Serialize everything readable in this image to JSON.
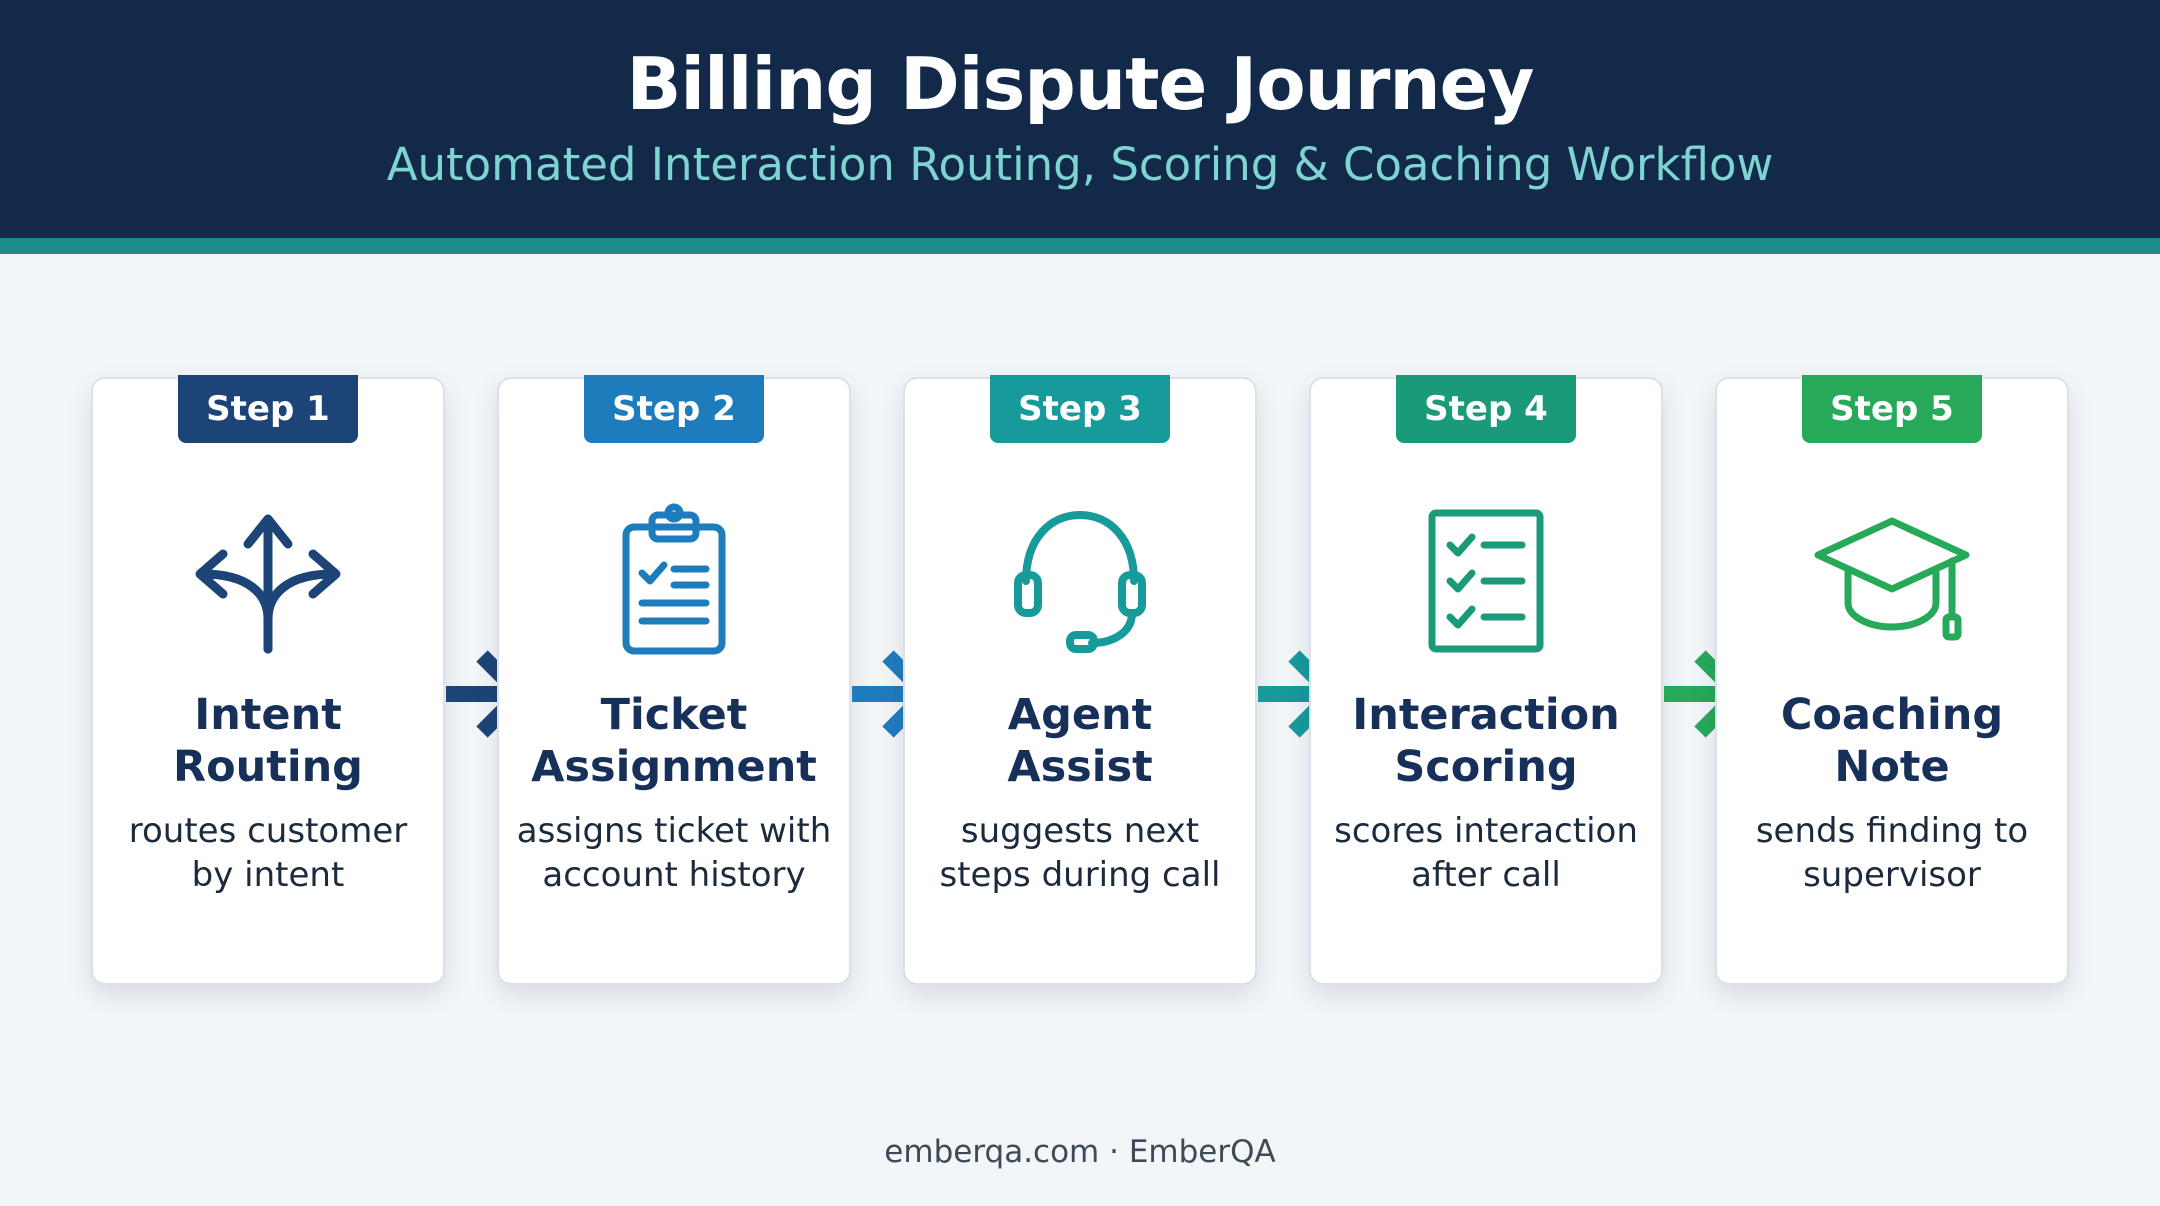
{
  "header": {
    "title": "Billing Dispute Journey",
    "subtitle": "Automated Interaction Routing, Scoring & Coaching Workflow"
  },
  "colors": {
    "header_bg": "#13294a",
    "accent_teal": "#1a8c89",
    "step1": "#1d4477",
    "step2": "#1f7cbc",
    "step3": "#179a9a",
    "step4": "#1b9a79",
    "step5": "#27a95a"
  },
  "steps": [
    {
      "badge": "Step 1",
      "icon": "split-arrows-icon",
      "title_line1": "Intent",
      "title_line2": "Routing",
      "desc": "routes customer by intent"
    },
    {
      "badge": "Step 2",
      "icon": "clipboard-icon",
      "title_line1": "Ticket",
      "title_line2": "Assignment",
      "desc": "assigns ticket with account history"
    },
    {
      "badge": "Step 3",
      "icon": "headset-icon",
      "title_line1": "Agent",
      "title_line2": "Assist",
      "desc": "suggests next steps during call"
    },
    {
      "badge": "Step 4",
      "icon": "checklist-icon",
      "title_line1": "Interaction",
      "title_line2": "Scoring",
      "desc": "scores interaction after call"
    },
    {
      "badge": "Step 5",
      "icon": "graduation-cap-icon",
      "title_line1": "Coaching",
      "title_line2": "Note",
      "desc": "sends finding to supervisor"
    }
  ],
  "footer": {
    "text": "emberqa.com · EmberQA"
  }
}
